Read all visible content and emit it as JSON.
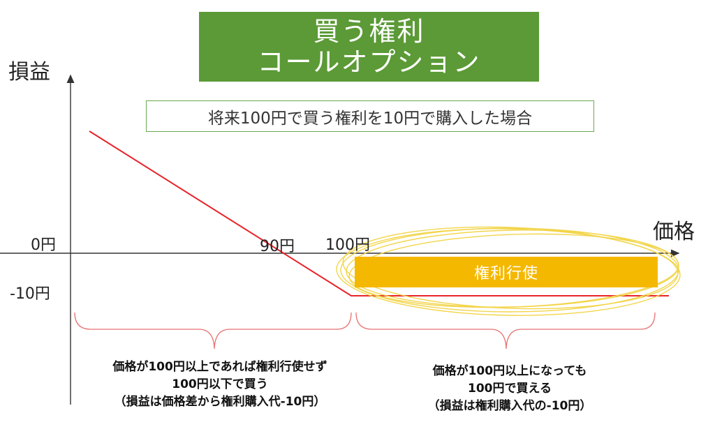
{
  "title": {
    "line1": "買う権利",
    "line2": "コールオプション"
  },
  "subtitle": "将来100円で買う権利を10円で購入した場合",
  "axes": {
    "y_label": "損益",
    "x_label": "価格"
  },
  "ticks": {
    "y_zero": "0円",
    "y_minus10": "-10円",
    "x_90": "90円",
    "x_100": "100円"
  },
  "exercise_label": "権利行使",
  "notes": {
    "left": {
      "line1": "価格が100円以上であれば権利行使せず",
      "line2": "100円以下で買う",
      "line3": "（損益は価格差から権利購入代-10円）"
    },
    "right": {
      "line1": "価格が100円以上になっても",
      "line2": "100円で買える",
      "line3": "（損益は権利購入代の-10円）"
    }
  },
  "colors": {
    "title_bg": "#5b9a36",
    "payoff_line": "#e8232a",
    "exercise_bg": "#f5b800",
    "highlight_circle": "#f2d54a",
    "brace": "#e87070"
  }
}
